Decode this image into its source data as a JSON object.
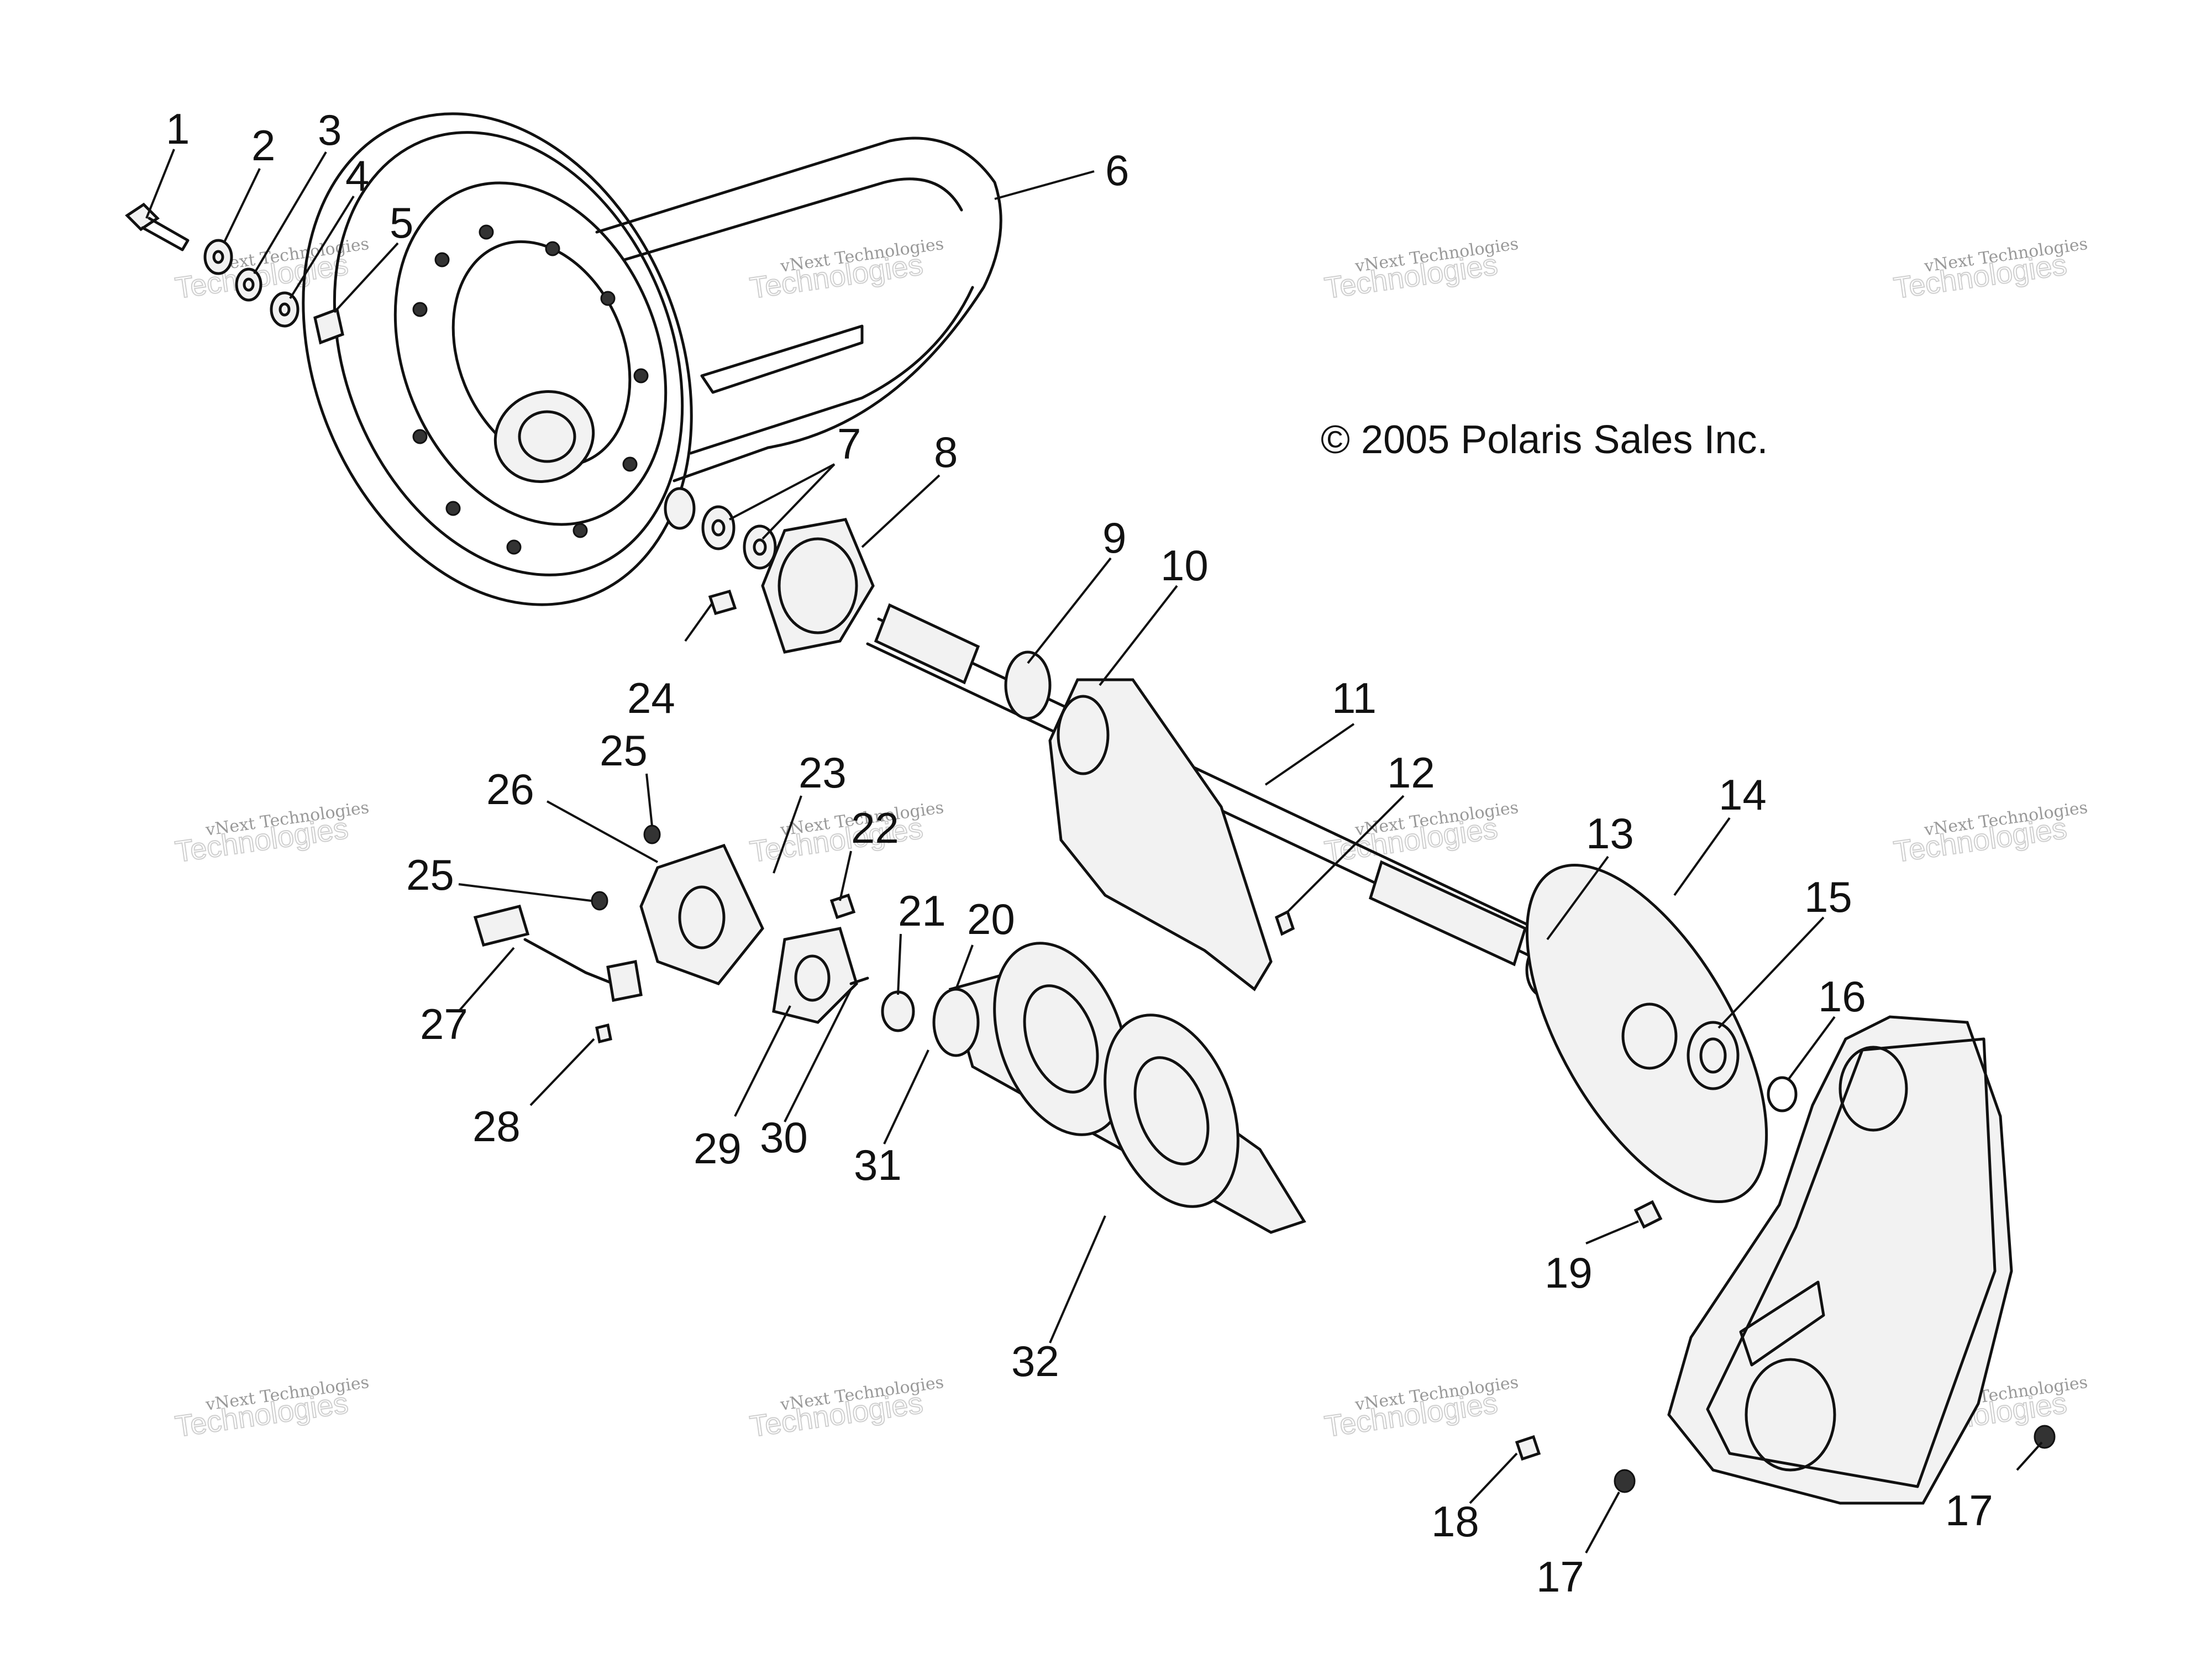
{
  "copyright": "© 2005 Polaris Sales Inc.",
  "watermark": {
    "brand": "vNext",
    "line1": "vNext Technologies",
    "line2": "Technologies"
  },
  "callouts": {
    "c1": "1",
    "c2": "2",
    "c3": "3",
    "c4": "4",
    "c5": "5",
    "c6": "6",
    "c7": "7",
    "c8": "8",
    "c9": "9",
    "c10": "10",
    "c11": "11",
    "c12": "12",
    "c13": "13",
    "c14": "14",
    "c15": "15",
    "c16": "16",
    "c17": "17",
    "c18": "18",
    "c19": "19",
    "c20": "20",
    "c21": "21",
    "c22": "22",
    "c23": "23",
    "c24": "24",
    "c25": "25",
    "c26": "26",
    "c27": "27",
    "c28": "28",
    "c29": "29",
    "c30": "30",
    "c31": "31",
    "c32": "32"
  }
}
